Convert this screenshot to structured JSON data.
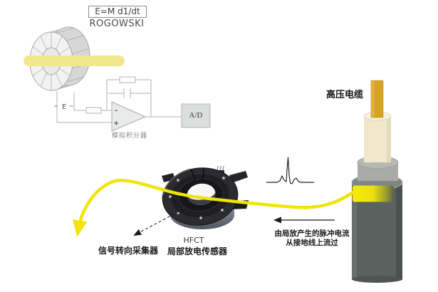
{
  "diagram_title": "ROGOWSKI",
  "rogowski": {
    "formula": "E=M d1/dt",
    "title": "ROGOWSKI",
    "e_label": "E",
    "opamp_minus": "-",
    "opamp_plus": "+",
    "integrator_label": "模拟积分器",
    "adc_label": "A/D"
  },
  "hfct": {
    "name": "HFCT",
    "desc": "局部放电传感器"
  },
  "cable": {
    "label": "高压电缆"
  },
  "annotations": {
    "collector": "信号转向采集器",
    "pulse_line1": "由局放产生的脉冲电流",
    "pulse_line2": "从接地线上流过"
  },
  "icons": {
    "pulse_waveform": "partial-discharge-pulse",
    "ground_wire_arrow": "yellow-signal-flow-arrow",
    "pulse_direction_arrow": "left-arrow",
    "collector_pointer": "dashed-arrow"
  },
  "colors": {
    "accent_yellow": "#f0e40c",
    "rod_yellow": "#f1e88d",
    "copper": "#d7a323",
    "insulation_cream": "#efe8cb",
    "shield_gray": "#a9aba7",
    "sheath_dark": "#59625f",
    "circuit_gray": "#b2b5b4",
    "hfct_black": "#2c2c2f",
    "text_gray": "#8a8a8a",
    "text_dark": "#1a1a1a"
  }
}
